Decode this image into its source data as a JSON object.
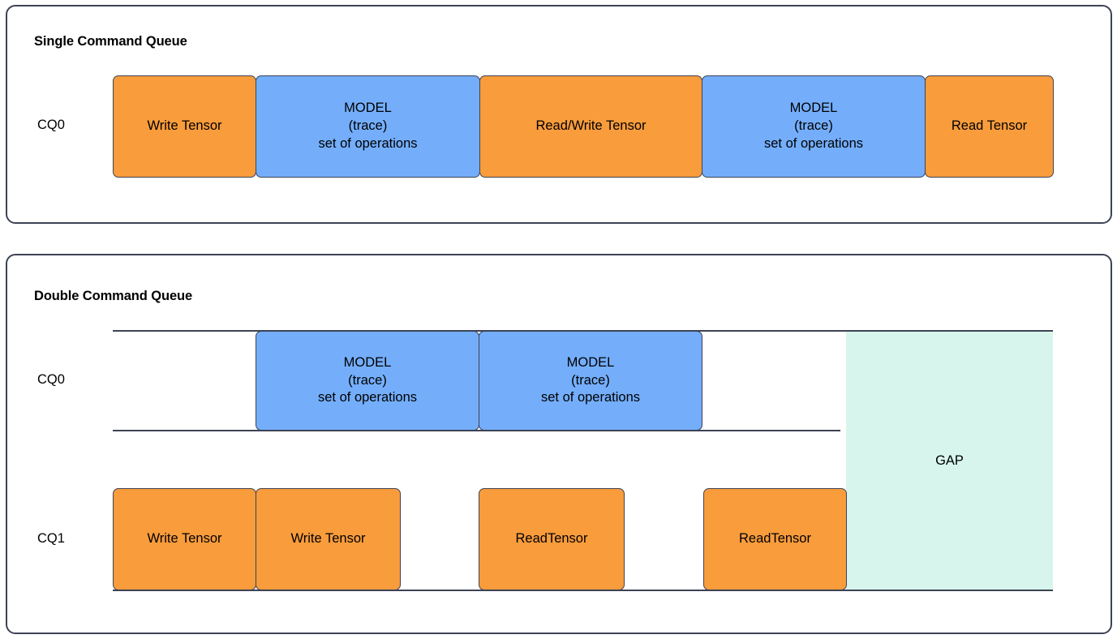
{
  "diagram": {
    "title_single": "Single Command Queue",
    "title_double": "Double Command Queue",
    "colors": {
      "orange": "#F99C3C",
      "blue": "#74AEFB",
      "gap": "#D7F5EC",
      "stroke": "#3d4355",
      "background": "#ffffff"
    }
  },
  "single_queue": {
    "title": "Single Command Queue",
    "row_label": "CQ0",
    "blocks": [
      {
        "label": "Write Tensor",
        "kind": "orange"
      },
      {
        "label": "MODEL\n(trace)\nset of operations",
        "kind": "blue"
      },
      {
        "label": "Read/Write Tensor",
        "kind": "orange"
      },
      {
        "label": "MODEL\n(trace)\nset of operations",
        "kind": "blue"
      },
      {
        "label": "Read Tensor",
        "kind": "orange"
      }
    ]
  },
  "double_queue": {
    "title": "Double Command Queue",
    "cq0": {
      "row_label": "CQ0",
      "blocks": [
        {
          "label": "MODEL\n(trace)\nset of operations",
          "kind": "blue"
        },
        {
          "label": "MODEL\n(trace)\nset of operations",
          "kind": "blue"
        }
      ]
    },
    "cq1": {
      "row_label": "CQ1",
      "blocks": [
        {
          "label": "Write Tensor",
          "kind": "orange"
        },
        {
          "label": "Write Tensor",
          "kind": "orange"
        },
        {
          "label": "ReadTensor",
          "kind": "orange"
        },
        {
          "label": "ReadTensor",
          "kind": "orange"
        }
      ]
    },
    "gap": {
      "label": "GAP"
    }
  }
}
